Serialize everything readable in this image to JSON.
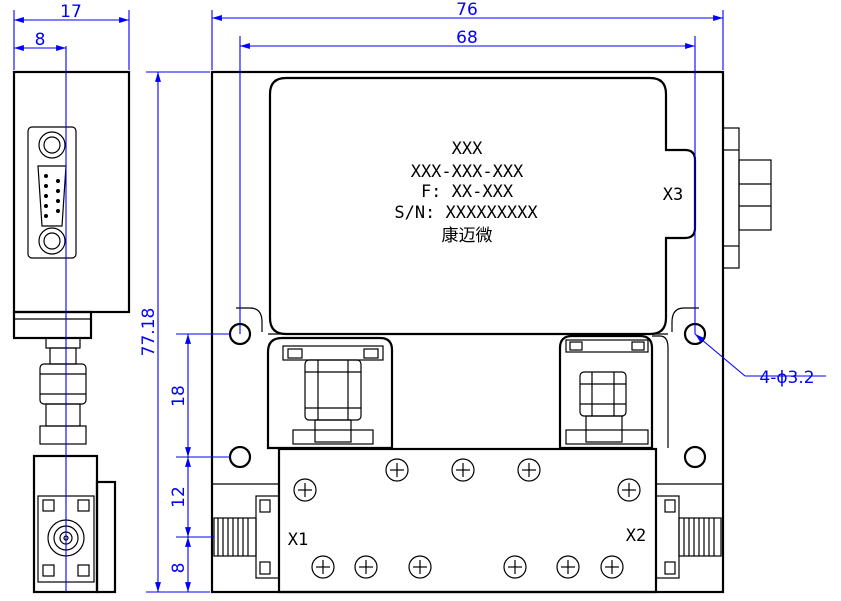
{
  "dimensions": {
    "side_width": "17",
    "side_offset": "8",
    "front_width": "76",
    "hole_spacing": "68",
    "height": "77.18",
    "hole_v_spacing": "18",
    "port_offset": "12",
    "bottom_offset": "8",
    "holes_callout": "4-ϕ3.2"
  },
  "label": {
    "line1": "XXX",
    "line2": "XXX-XXX-XXX",
    "line3": "F: XX-XXX",
    "line4": "S/N: XXXXXXXXX",
    "line5": "康迈微"
  },
  "ports": {
    "x1": "X1",
    "x2": "X2",
    "x3": "X3"
  },
  "colors": {
    "outline": "#000000",
    "dimension": "#0000ff"
  }
}
